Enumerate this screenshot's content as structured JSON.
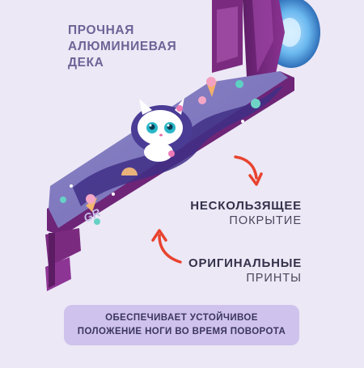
{
  "headline": {
    "lines": [
      "Прочная",
      "алюминиевая",
      "дека"
    ]
  },
  "features": [
    {
      "title": "Нескользящее",
      "subtitle": "покрытие"
    },
    {
      "title": "Оригинальные",
      "subtitle": "принты"
    }
  ],
  "banner": {
    "lines": [
      "Обеспечивает устойчивое",
      "положение ноги во время поворота"
    ]
  },
  "deck_logo": "GR",
  "colors": {
    "background": "#ece8f6",
    "deck_purple": "#7b2b7f",
    "accent_red": "#e8432f",
    "banner_bg": "#cfc3ed",
    "headline_text": "#6f6396"
  }
}
